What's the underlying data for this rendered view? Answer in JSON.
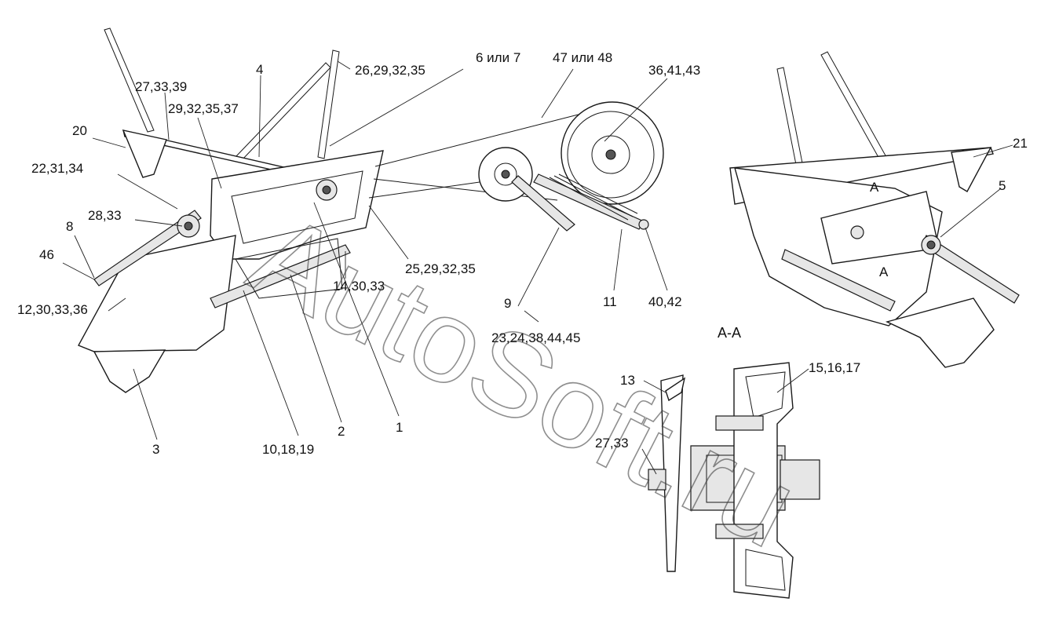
{
  "watermark": "AutoSoft.ru",
  "section_title": "A-A",
  "section_marks": [
    "A",
    "A"
  ],
  "callouts": {
    "c_26_29_32_35": "26,29,32,35",
    "c_6_7": "6 или 7",
    "c_47_48": "47 или 48",
    "c_36_41_43": "36,41,43",
    "c_27_33_39": "27,33,39",
    "c_4": "4",
    "c_29_32_35_37": "29,32,35,37",
    "c_20": "20",
    "c_22_31_34": "22,31,34",
    "c_28_33": "28,33",
    "c_8": "8",
    "c_46": "46",
    "c_12_30_33_36": "12,30,33,36",
    "c_25_29_32_35": "25,29,32,35",
    "c_14_30_33": "14,30,33",
    "c_9": "9",
    "c_11": "11",
    "c_40_42": "40,42",
    "c_23_24_38_44_45": "23,24,38,44,45",
    "c_3": "3",
    "c_10_18_19": "10,18,19",
    "c_2": "2",
    "c_1": "1",
    "c_21": "21",
    "c_5": "5",
    "c_13": "13",
    "c_15_16_17": "15,16,17",
    "c_27_33": "27,33"
  }
}
